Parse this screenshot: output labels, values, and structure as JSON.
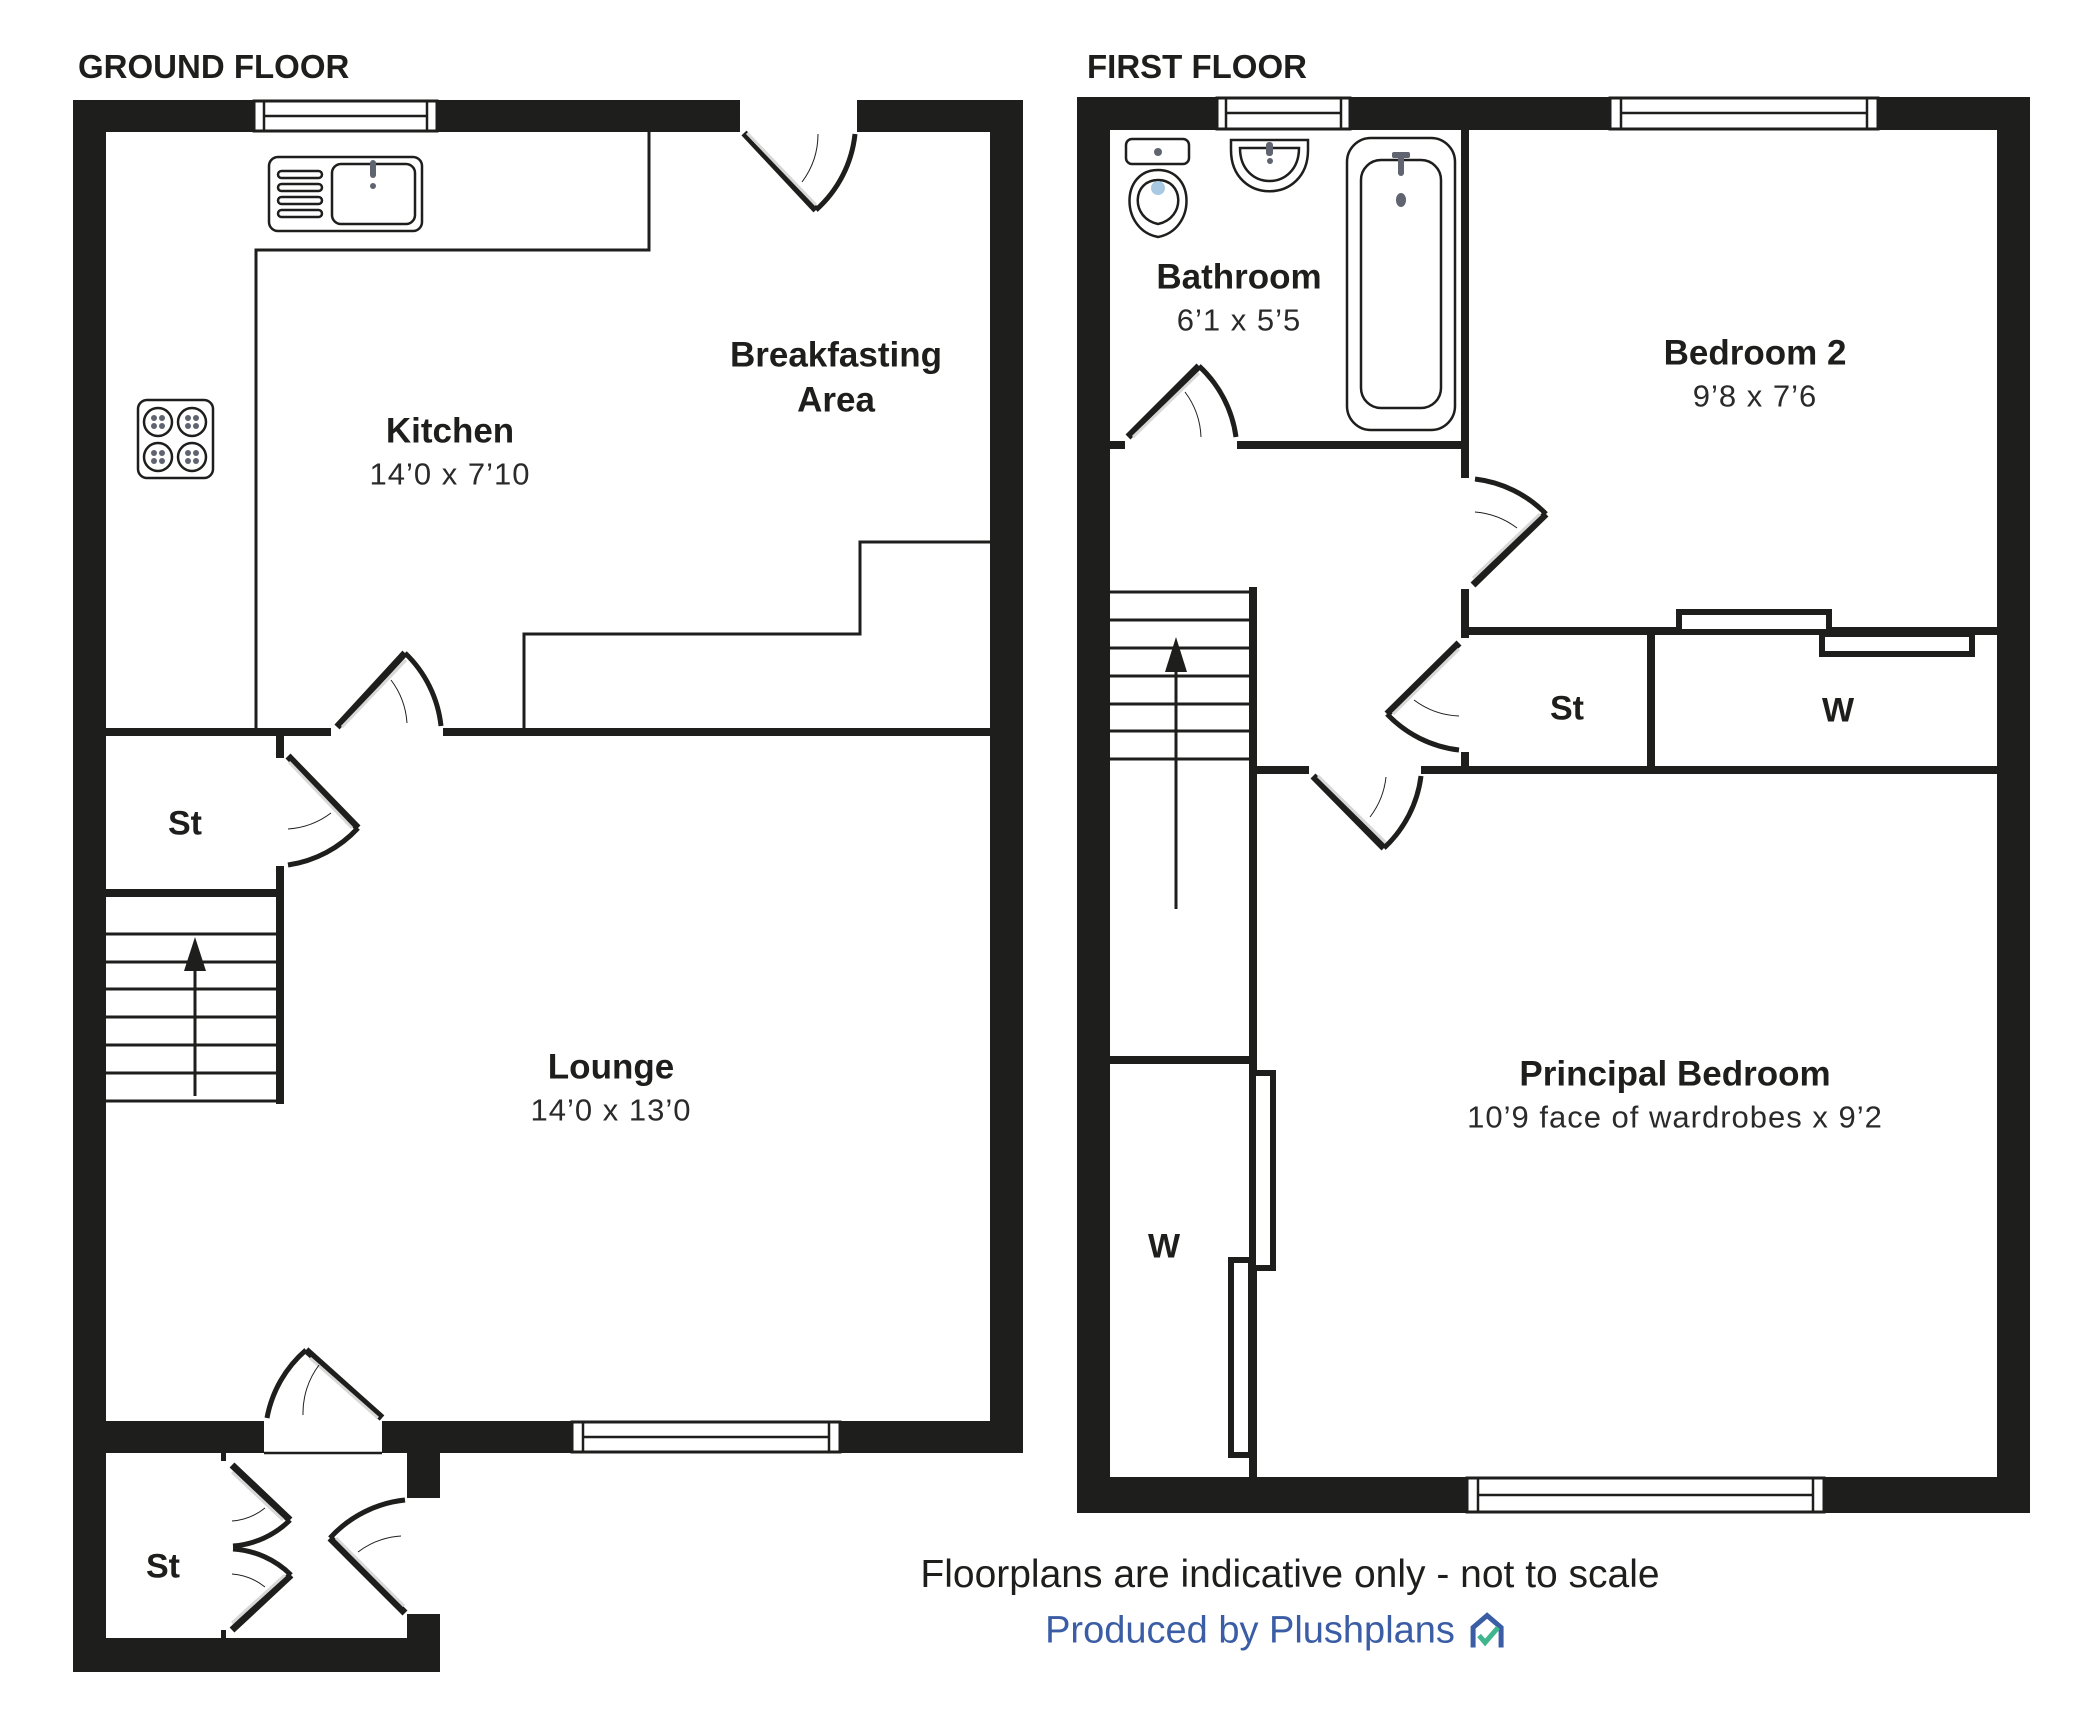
{
  "floors": {
    "ground": {
      "title": "GROUND FLOOR",
      "rooms": {
        "kitchen": {
          "name": "Kitchen",
          "dims": "14’0 x 7’10"
        },
        "breakfast": {
          "name": "Breakfasting\nArea",
          "line1": "Breakfasting",
          "line2": "Area"
        },
        "lounge": {
          "name": "Lounge",
          "dims": "14’0 x 13’0"
        },
        "store_under_stairs": {
          "code": "St"
        },
        "store_porch": {
          "code": "St"
        }
      }
    },
    "first": {
      "title": "FIRST FLOOR",
      "rooms": {
        "bathroom": {
          "name": "Bathroom",
          "dims": "6’1 x 5’5"
        },
        "bedroom2": {
          "name": "Bedroom 2",
          "dims": "9’8 x 7’6"
        },
        "principal": {
          "name": "Principal Bedroom",
          "dims": "10’9 face of wardrobes x 9’2"
        },
        "store": {
          "code": "St"
        },
        "wardrobe_bed2": {
          "code": "W"
        },
        "wardrobe_principal": {
          "code": "W"
        }
      }
    }
  },
  "footer": {
    "disclaimer": "Floorplans are indicative only - not to scale",
    "credit": "Produced by Plushplans",
    "logo_icon": "house-check-icon"
  },
  "colors": {
    "wall": "#1e1e1c",
    "credit_blue": "#3a5da6",
    "logo_green": "#3fb68e",
    "fixture_grey": "#5f6470",
    "toilet_water": "#a9c9e3"
  }
}
